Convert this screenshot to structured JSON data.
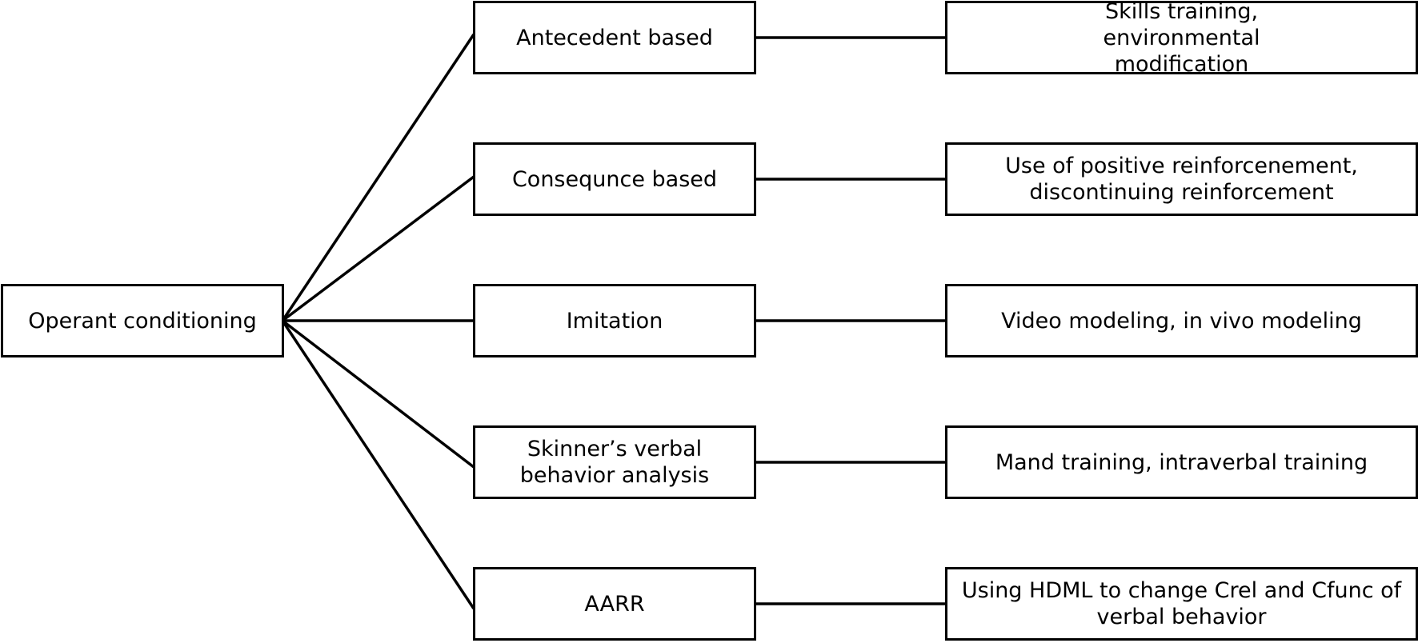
{
  "root": {
    "label": "Operant conditioning"
  },
  "branches": [
    {
      "label": "Antecedent based",
      "detail": "Skills training, environmental modification"
    },
    {
      "label": "Consequnce based",
      "detail": "Use of positive reinforcenement, discontinuing reinforcement"
    },
    {
      "label": "Imitation",
      "detail": "Video modeling, in vivo modeling"
    },
    {
      "label": "Skinner’s verbal behavior analysis",
      "detail": "Mand training, intraverbal training"
    },
    {
      "label": "AARR",
      "detail": "Using HDML to change Crel and Cfunc of verbal behavior"
    }
  ]
}
